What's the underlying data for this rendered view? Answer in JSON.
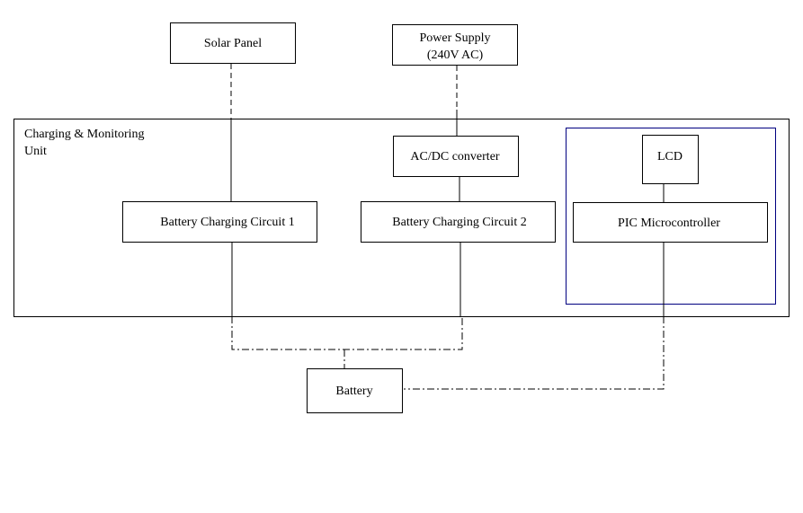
{
  "colors": {
    "stroke": "#000000",
    "microcontroller_group_border": "#000080",
    "background": "#ffffff"
  },
  "unit": {
    "label_line1": "Charging & Monitoring",
    "label_line2": "Unit"
  },
  "nodes": {
    "solar_panel": "Solar Panel",
    "power_supply_line1": "Power Supply",
    "power_supply_line2": "(240V AC)",
    "ac_dc_converter": "AC/DC converter",
    "lcd": "LCD",
    "charging_circuit_1": "Battery Charging Circuit  1",
    "charging_circuit_2": "Battery Charging Circuit  2",
    "pic_microcontroller": "PIC Microcontroller",
    "battery": "Battery"
  }
}
